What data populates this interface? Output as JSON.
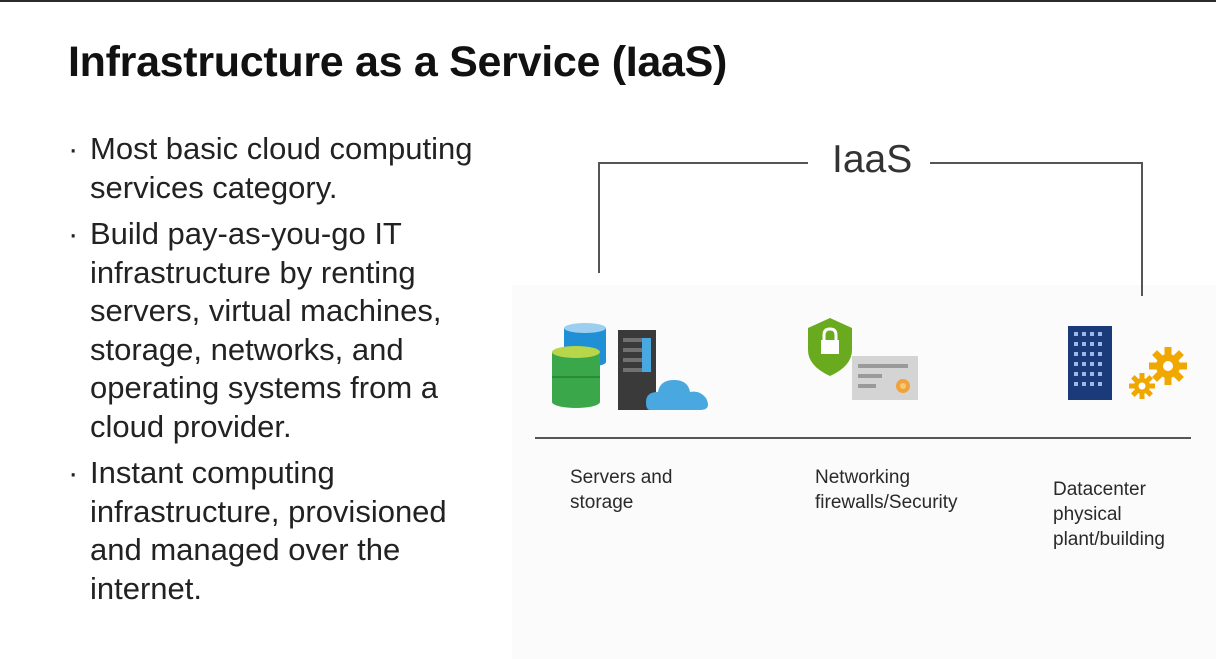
{
  "slide": {
    "title": "Infrastructure as a Service (IaaS)",
    "bullets": [
      "Most basic cloud computing services category.",
      "Build pay-as-you-go IT infrastructure by renting servers, virtual machines, storage, networks, and operating systems from a cloud provider.",
      "Instant computing infrastructure, provisioned and managed over the internet."
    ],
    "bullet_symbol": "·"
  },
  "diagram": {
    "bracket_label": "IaaS",
    "items": [
      {
        "icon": "servers-storage-icon",
        "caption_lines": [
          "Servers and",
          "storage"
        ]
      },
      {
        "icon": "networking-security-icon",
        "caption_lines": [
          "Networking",
          "firewalls/Security"
        ]
      },
      {
        "icon": "datacenter-icon",
        "caption_lines": [
          "Datacenter",
          "physical",
          "plant/building"
        ]
      }
    ]
  },
  "colors": {
    "db_blue": "#1f8fd6",
    "db_green": "#3aa84a",
    "server_dark": "#3a3a3a",
    "cloud_blue": "#4aa8e0",
    "shield_green": "#6aaa1e",
    "card_gray": "#cfcfcf",
    "building_navy": "#1a3a7a",
    "gear_orange": "#f0a800"
  }
}
